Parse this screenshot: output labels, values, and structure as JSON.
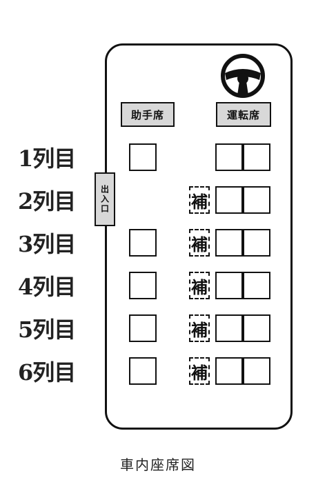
{
  "labels": {
    "passenger_seat": "助手席",
    "driver_seat": "運転席",
    "entrance": "出入口",
    "caption": "車内座席図"
  },
  "rows": [
    {
      "label": "1列目",
      "left_seat": true,
      "aux_seat": false,
      "aux_label": ""
    },
    {
      "label": "2列目",
      "left_seat": false,
      "aux_seat": true,
      "aux_label": "補"
    },
    {
      "label": "3列目",
      "left_seat": true,
      "aux_seat": true,
      "aux_label": "補"
    },
    {
      "label": "4列目",
      "left_seat": true,
      "aux_seat": true,
      "aux_label": "補"
    },
    {
      "label": "5列目",
      "left_seat": true,
      "aux_seat": true,
      "aux_label": "補"
    },
    {
      "label": "6列目",
      "left_seat": true,
      "aux_seat": true,
      "aux_label": "補"
    }
  ],
  "icons": {
    "steering": "steering-wheel-icon"
  },
  "colors": {
    "outline": "#111111",
    "label_fill": "#d8d8d8"
  }
}
